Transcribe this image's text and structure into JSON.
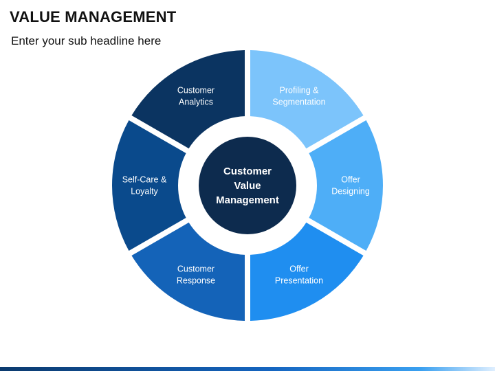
{
  "header": {
    "title": "VALUE MANAGEMENT",
    "subtitle": "Enter your sub headline here"
  },
  "diagram": {
    "center": {
      "lines": [
        "Customer",
        "Value",
        "Management"
      ],
      "color": "#0d2b4e"
    },
    "segments": [
      {
        "lines": [
          "Profiling &",
          "Segmentation"
        ],
        "color": "#7cc4fb",
        "text_color": "#ffffff"
      },
      {
        "lines": [
          "Offer",
          "Designing"
        ],
        "color": "#4eaef7",
        "text_color": "#ffffff"
      },
      {
        "lines": [
          "Offer",
          "Presentation"
        ],
        "color": "#1f8ef0",
        "text_color": "#ffffff"
      },
      {
        "lines": [
          "Customer",
          "Response"
        ],
        "color": "#1463b8",
        "text_color": "#ffffff"
      },
      {
        "lines": [
          "Self-Care &",
          "Loyalty"
        ],
        "color": "#0a4a8c",
        "text_color": "#ffffff"
      },
      {
        "lines": [
          "Customer",
          "Analytics"
        ],
        "color": "#0b3461",
        "text_color": "#ffffff"
      }
    ]
  }
}
